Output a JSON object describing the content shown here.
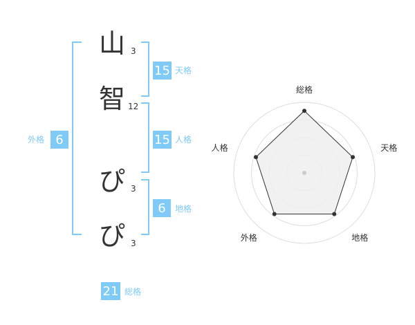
{
  "name": {
    "chars": [
      {
        "char": "山",
        "strokes": "3"
      },
      {
        "char": "智",
        "strokes": "12"
      },
      {
        "char": "ぴ",
        "strokes": "3"
      },
      {
        "char": "ぴ",
        "strokes": "3"
      }
    ]
  },
  "fortune": {
    "tenkaku": {
      "value": "15",
      "label": "天格"
    },
    "jinkaku": {
      "value": "15",
      "label": "人格"
    },
    "chikaku": {
      "value": "6",
      "label": "地格"
    },
    "gaikaku": {
      "value": "6",
      "label": "外格"
    },
    "soukaku": {
      "value": "21",
      "label": "総格"
    }
  },
  "colors": {
    "accent": "#7fcaf6",
    "text": "#333333",
    "radar_fill": "#eeeeee"
  },
  "chart_data": {
    "type": "radar",
    "axes": [
      "総格",
      "天格",
      "地格",
      "外格",
      "人格"
    ],
    "values": [
      1.0,
      0.82,
      0.82,
      0.82,
      0.82
    ],
    "rings": 4
  }
}
